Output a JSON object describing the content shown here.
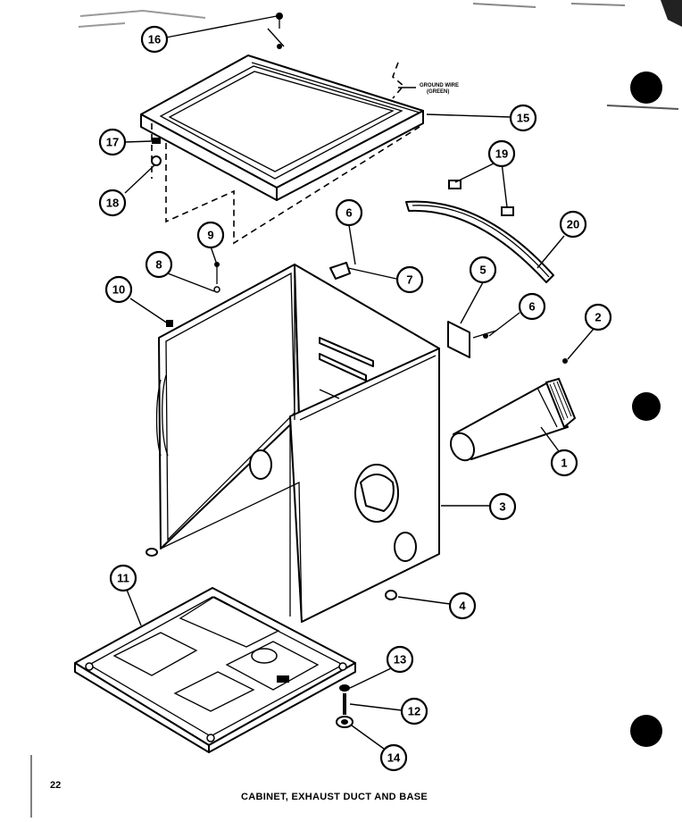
{
  "page_number": "22",
  "caption": "CABINET, EXHAUST DUCT AND BASE",
  "ground_wire_label": {
    "line1": "GROUND WIRE",
    "line2": "(GREEN)"
  },
  "callouts": [
    {
      "id": "1",
      "label": "1",
      "part": "exhaust-duct"
    },
    {
      "id": "2",
      "label": "2",
      "part": "duct-screw"
    },
    {
      "id": "3",
      "label": "3",
      "part": "cabinet"
    },
    {
      "id": "4",
      "label": "4",
      "part": "cabinet-leveling-nut"
    },
    {
      "id": "5",
      "label": "5",
      "part": "bracket-plate"
    },
    {
      "id": "6a",
      "label": "6",
      "part": "top-bracket-screw"
    },
    {
      "id": "6b",
      "label": "6",
      "part": "plate-screw"
    },
    {
      "id": "7",
      "label": "7",
      "part": "top-hinge-clip"
    },
    {
      "id": "8",
      "label": "8",
      "part": "washer"
    },
    {
      "id": "9",
      "label": "9",
      "part": "top-screw"
    },
    {
      "id": "10",
      "label": "10",
      "part": "side-clip"
    },
    {
      "id": "11",
      "label": "11",
      "part": "base"
    },
    {
      "id": "12",
      "label": "12",
      "part": "leveling-leg"
    },
    {
      "id": "13",
      "label": "13",
      "part": "leg-nut"
    },
    {
      "id": "14",
      "label": "14",
      "part": "leg-foot"
    },
    {
      "id": "15",
      "label": "15",
      "part": "top-panel"
    },
    {
      "id": "16",
      "label": "16",
      "part": "top-panel-screw"
    },
    {
      "id": "17",
      "label": "17",
      "part": "clip"
    },
    {
      "id": "18",
      "label": "18",
      "part": "grommet"
    },
    {
      "id": "19",
      "label": "19",
      "part": "pads"
    },
    {
      "id": "20",
      "label": "20",
      "part": "front-brace"
    }
  ]
}
